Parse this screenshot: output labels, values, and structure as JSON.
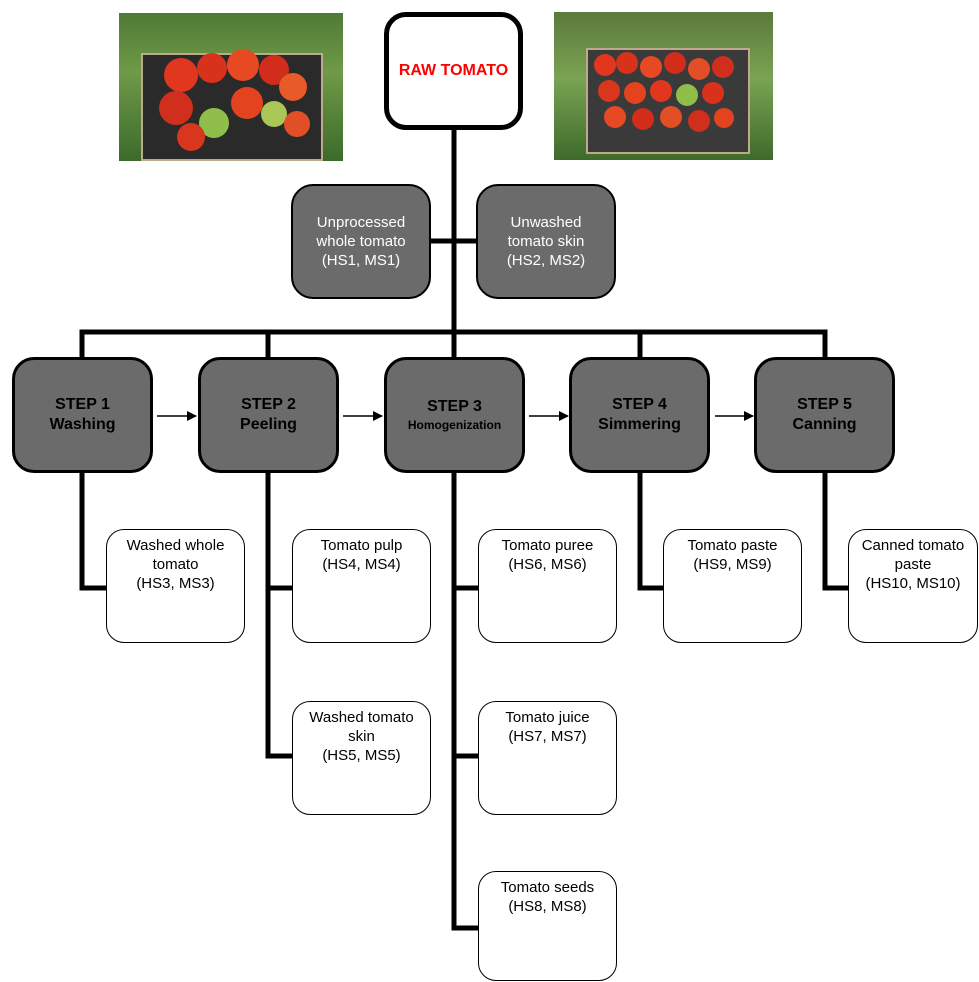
{
  "raw": {
    "label": "RAW TOMATO"
  },
  "unprocessed": {
    "line1": "Unprocessed",
    "line2": "whole tomato",
    "line3": "(HS1, MS1)"
  },
  "unwashed": {
    "line1": "Unwashed",
    "line2": "tomato skin",
    "line3": "(HS2, MS2)"
  },
  "steps": [
    {
      "num": "STEP 1",
      "name": "Washing"
    },
    {
      "num": "STEP 2",
      "name": "Peeling"
    },
    {
      "num": "STEP 3",
      "name": "Homogenization"
    },
    {
      "num": "STEP 4",
      "name": "Simmering"
    },
    {
      "num": "STEP 5",
      "name": "Canning"
    }
  ],
  "products": {
    "p3": {
      "line1": "Washed whole",
      "line2": "tomato",
      "line3": "(HS3, MS3)"
    },
    "p4": {
      "line1": "Tomato pulp",
      "line2": "(HS4, MS4)"
    },
    "p5": {
      "line1": "Washed tomato",
      "line2": "skin",
      "line3": "(HS5, MS5)"
    },
    "p6": {
      "line1": "Tomato puree",
      "line2": "(HS6, MS6)"
    },
    "p7": {
      "line1": "Tomato juice",
      "line2": "(HS7, MS7)"
    },
    "p8": {
      "line1": "Tomato seeds",
      "line2": "(HS8, MS8)"
    },
    "p9": {
      "line1": "Tomato paste",
      "line2": "(HS9, MS9)"
    },
    "p10": {
      "line1": "Canned tomato",
      "line2": "paste",
      "line3": "(HS10, MS10)"
    }
  },
  "colors": {
    "raw_text": "#ff0000",
    "box_fill": "#6b6b6b",
    "line": "#000000"
  },
  "images": [
    {
      "name": "tomato-crate-photo-left"
    },
    {
      "name": "tomato-crate-photo-right"
    }
  ]
}
